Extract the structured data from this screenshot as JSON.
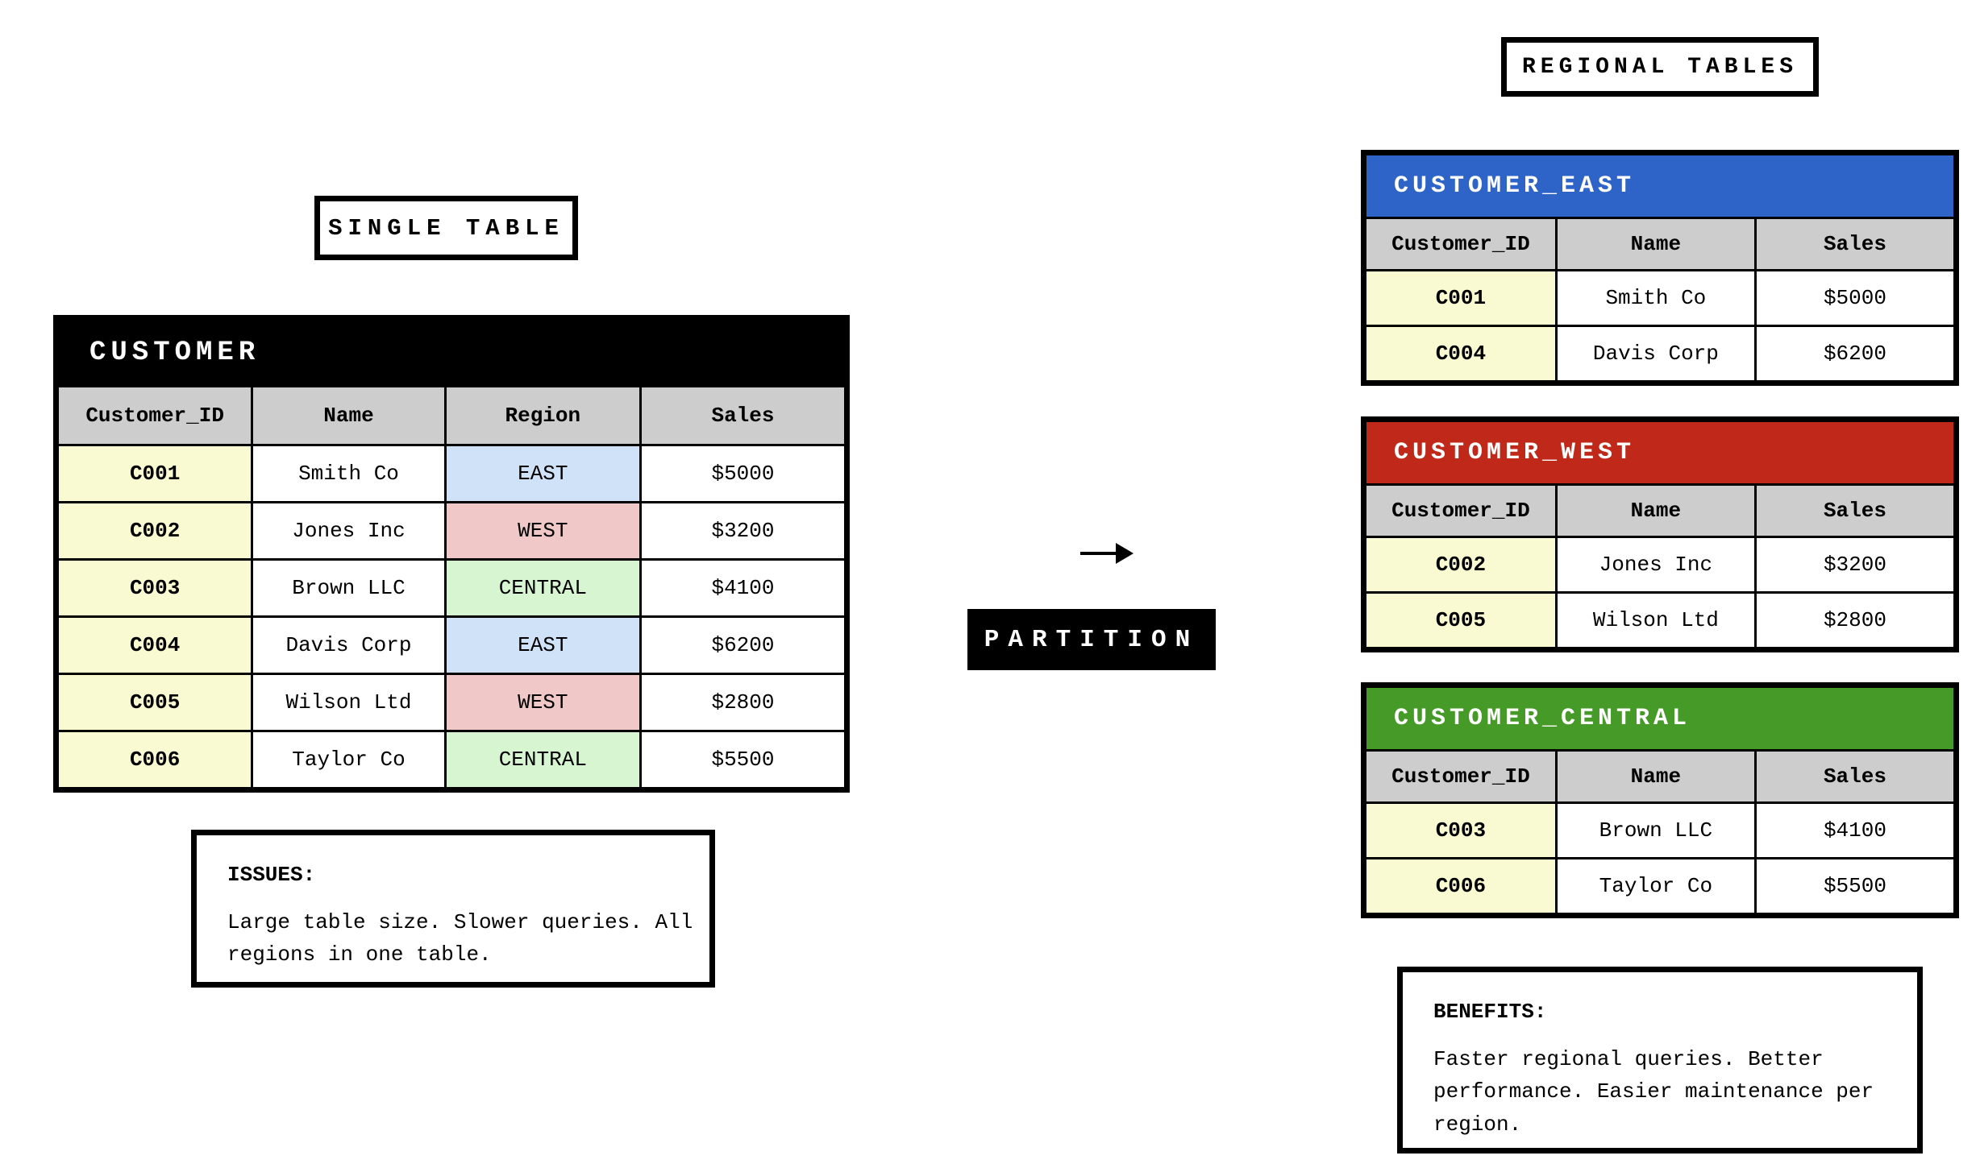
{
  "single_table": {
    "label": "SINGLE TABLE",
    "table": {
      "title": "CUSTOMER",
      "columns": [
        "Customer_ID",
        "Name",
        "Region",
        "Sales"
      ],
      "rows": [
        {
          "id": "C001",
          "name": "Smith Co",
          "region": "EAST",
          "sales": "$5000",
          "region_color": "#CFE2F8"
        },
        {
          "id": "C002",
          "name": "Jones Inc",
          "region": "WEST",
          "sales": "$3200",
          "region_color": "#F0C8C8"
        },
        {
          "id": "C003",
          "name": "Brown LLC",
          "region": "CENTRAL",
          "sales": "$4100",
          "region_color": "#D6F5D0"
        },
        {
          "id": "C004",
          "name": "Davis Corp",
          "region": "EAST",
          "sales": "$6200",
          "region_color": "#CFE2F8"
        },
        {
          "id": "C005",
          "name": "Wilson Ltd",
          "region": "WEST",
          "sales": "$2800",
          "region_color": "#F0C8C8"
        },
        {
          "id": "C006",
          "name": "Taylor Co",
          "region": "CENTRAL",
          "sales": "$5500",
          "region_color": "#D6F5D0"
        }
      ]
    },
    "issues": {
      "heading": "ISSUES:",
      "body": "Large table size. Slower queries. All regions in one table."
    }
  },
  "transform": {
    "arrow_icon": "→",
    "label": "PARTITION"
  },
  "regional": {
    "label": "REGIONAL TABLES",
    "columns": [
      "Customer_ID",
      "Name",
      "Sales"
    ],
    "tables": [
      {
        "title": "CUSTOMER_EAST",
        "header_color": "#2E64C8",
        "rows": [
          {
            "id": "C001",
            "name": "Smith Co",
            "sales": "$5000"
          },
          {
            "id": "C004",
            "name": "Davis Corp",
            "sales": "$6200"
          }
        ]
      },
      {
        "title": "CUSTOMER_WEST",
        "header_color": "#C0281A",
        "rows": [
          {
            "id": "C002",
            "name": "Jones Inc",
            "sales": "$3200"
          },
          {
            "id": "C005",
            "name": "Wilson Ltd",
            "sales": "$2800"
          }
        ]
      },
      {
        "title": "CUSTOMER_CENTRAL",
        "header_color": "#459A28",
        "rows": [
          {
            "id": "C003",
            "name": "Brown LLC",
            "sales": "$4100"
          },
          {
            "id": "C006",
            "name": "Taylor Co",
            "sales": "$5500"
          }
        ]
      }
    ],
    "benefits": {
      "heading": "BENEFITS:",
      "body": "Faster regional queries. Better performance. Easier maintenance per region."
    }
  },
  "colors": {
    "east_header": "#2E64C8",
    "west_header": "#C0281A",
    "central_header": "#459A28",
    "id_cell": "#FAFAD2",
    "east_cell": "#CFE2F8",
    "west_cell": "#F0C8C8",
    "central_cell": "#D6F5D0",
    "column_header": "#CDCDCD",
    "title_bar": "#000000"
  }
}
